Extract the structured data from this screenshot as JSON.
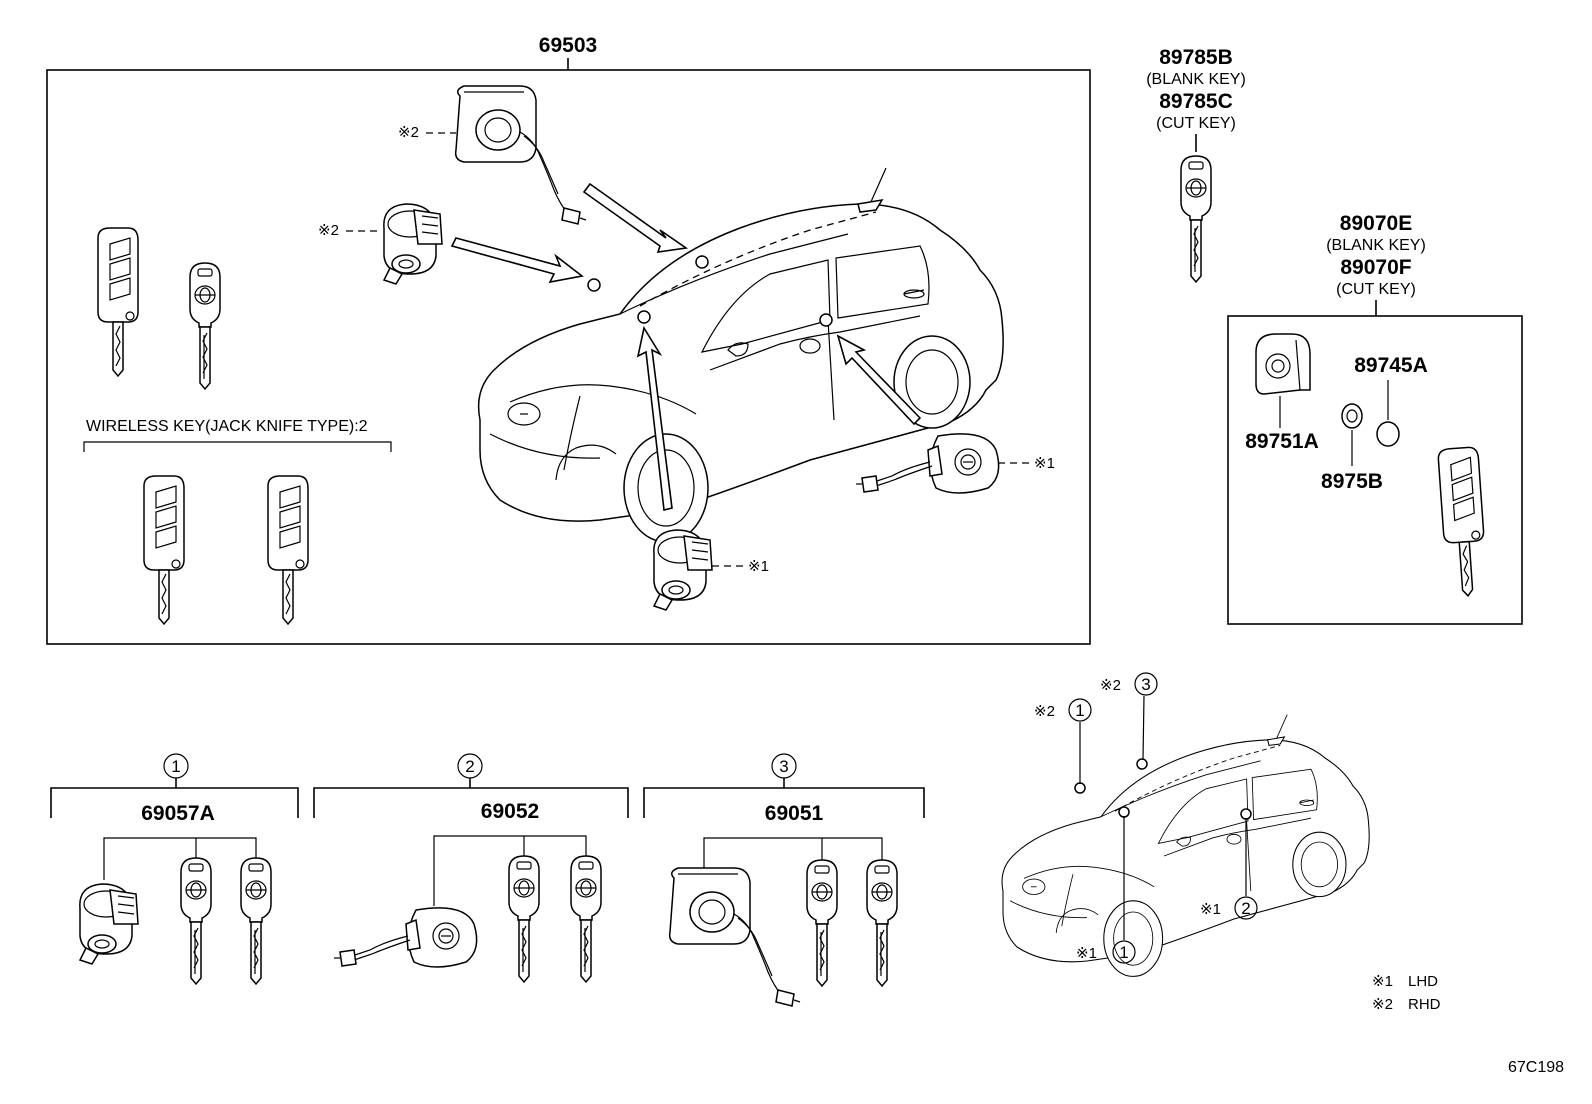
{
  "main_assembly": {
    "part_no": "69503"
  },
  "wireless_key_label": "WIRELESS KEY(JACK KNIFE TYPE):2",
  "key_89785": {
    "blank_no": "89785B",
    "blank_label": "(BLANK KEY)",
    "cut_no": "89785C",
    "cut_label": "(CUT KEY)"
  },
  "key_89070": {
    "blank_no": "89070E",
    "blank_label": "(BLANK KEY)",
    "cut_no": "89070F",
    "cut_label": "(CUT KEY)",
    "parts": {
      "case": "89751A",
      "battery": "89745A",
      "washer": "8975B"
    }
  },
  "markers": {
    "m1": "※1",
    "m2": "※2"
  },
  "groups": [
    {
      "circle": "1",
      "part_no": "69057A"
    },
    {
      "circle": "2",
      "part_no": "69052"
    },
    {
      "circle": "3",
      "part_no": "69051"
    }
  ],
  "location_callouts": [
    {
      "marker": "※2",
      "circle": "1"
    },
    {
      "marker": "※2",
      "circle": "3"
    },
    {
      "marker": "※1",
      "circle": "2"
    },
    {
      "marker": "※1",
      "circle": "1"
    }
  ],
  "legend": [
    {
      "marker": "※1",
      "text": "LHD"
    },
    {
      "marker": "※2",
      "text": "RHD"
    }
  ],
  "diagram_id": "67C198"
}
